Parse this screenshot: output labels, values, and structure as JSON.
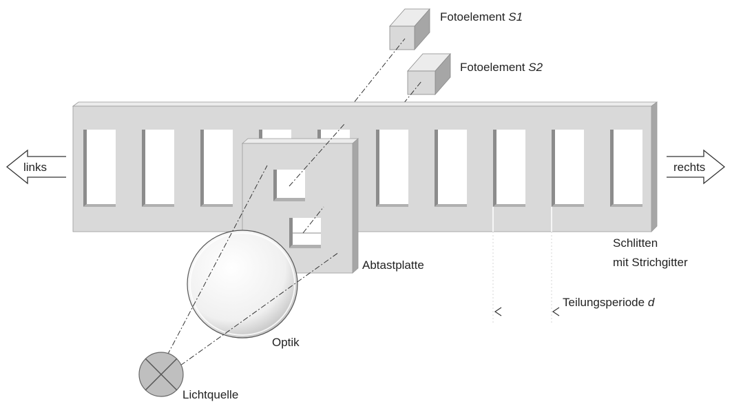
{
  "labels": {
    "fotoelement_s1": "Fotoelement",
    "fotoelement_s1_sym": "S1",
    "fotoelement_s2": "Fotoelement",
    "fotoelement_s2_sym": "S2",
    "links": "links",
    "rechts": "rechts",
    "schlitten_line1": "Schlitten",
    "schlitten_line2": "mit Strichgitter",
    "abtastplatte": "Abtastplatte",
    "teilungsperiode": "Teilungsperiode",
    "teilungsperiode_sym": "d",
    "optik": "Optik",
    "lichtquelle": "Lichtquelle"
  },
  "colors": {
    "face": "#d9d9d9",
    "top": "#ececec",
    "side": "#a6a6a6",
    "shadow": "#8c8c8c",
    "line": "#404040"
  }
}
